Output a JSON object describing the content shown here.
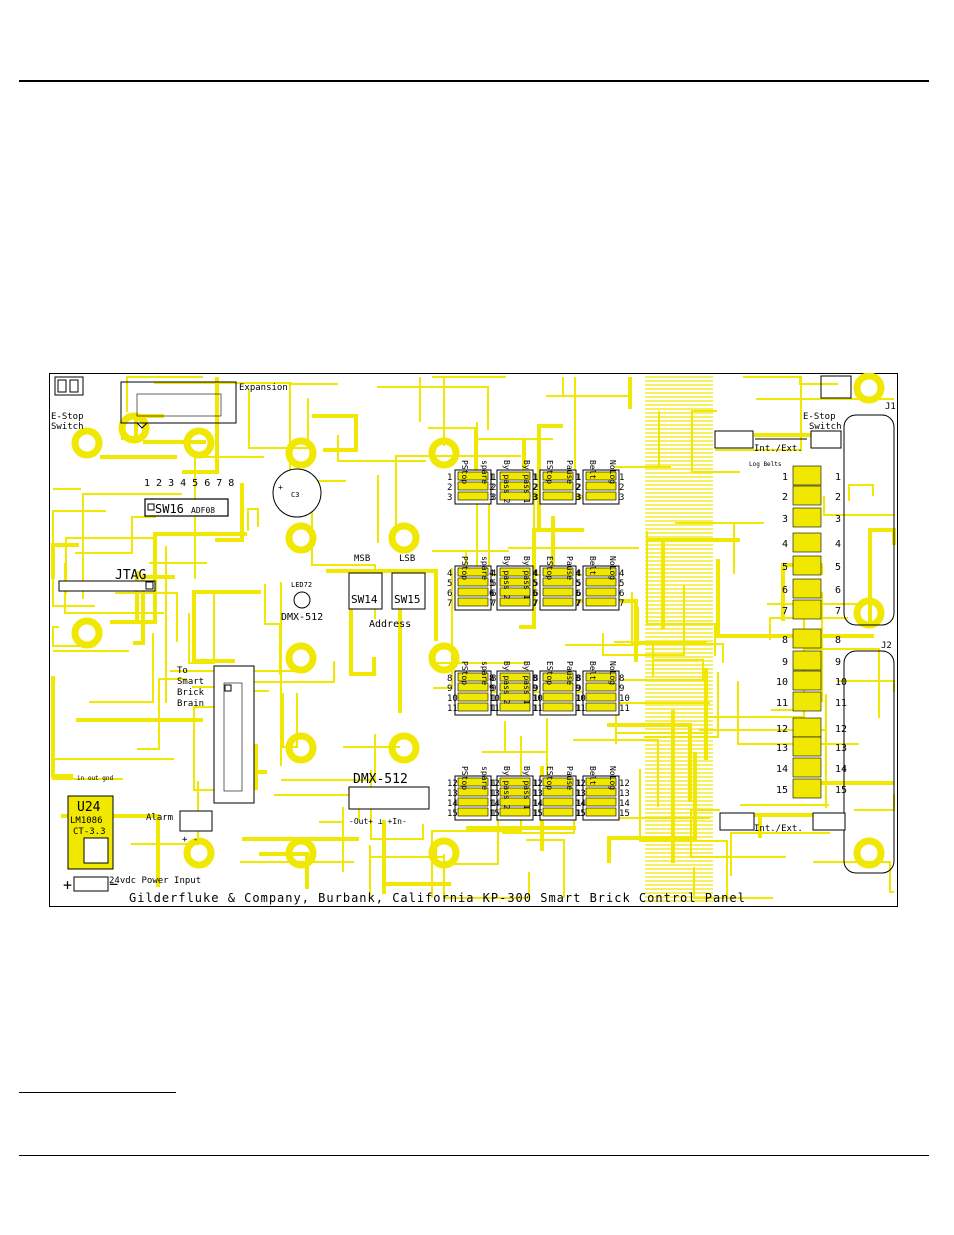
{
  "colors": {
    "trace": "#f0e800",
    "outline": "#000000",
    "background": "#ffffff"
  },
  "board": {
    "title_line": "Gilderfluke & Company, Burbank, California KP-300 Smart Brick Control Panel",
    "labels": {
      "expansion": "Expansion",
      "estop_switch_left_1": "E-Stop",
      "estop_switch_left_2": "Switch",
      "estop_switch_right_1": "E-Stop",
      "estop_switch_right_2": "Switch",
      "j1": "J1",
      "j2": "J2",
      "sw16": "SW16",
      "sw16_suffix": "ADF08",
      "sw16_numbers": "1 2 3 4 5 6 7 8",
      "c3": "C3",
      "jtag": "JTAG",
      "led72": "LED72",
      "dmx512_small": "DMX-512",
      "msb": "MSB",
      "lsb": "LSB",
      "sw14": "SW14",
      "sw15": "SW15",
      "address": "Address",
      "to_smart_1": "To",
      "to_smart_2": "Smart",
      "to_smart_3": "Brick",
      "to_smart_4": "Brain",
      "u24": "U24",
      "lm1086": "LM1086",
      "ct33": "CT-3.3",
      "in_out_gnd": "in out gnd",
      "alarm": "Alarm",
      "alarm_pol": "+  -",
      "dmx512_big": "DMX-512",
      "dmx_out_in": "-Out+ ⊥ +In-",
      "power_input": "24vdc Power Input",
      "power_pol_plus": "+",
      "power_pol_minus": "−",
      "int_ext_top": "Int./Ext.",
      "int_ext_bottom": "Int./Ext.",
      "log_belts": "Log  Belts",
      "belts_vertical": "Belts"
    },
    "column_labels": {
      "c1_left": "PStop",
      "c1_right": "spare",
      "c2_left": "By pass 2",
      "c2_right": "By pass 1",
      "c3_left": "EStop",
      "c3_right": "Pause",
      "c4_left": "Belt",
      "c4_left2": "Log",
      "c4_right": "NoLog"
    },
    "switch_groups": [
      [
        "1",
        "2",
        "3"
      ],
      [
        "4",
        "5",
        "6",
        "7"
      ],
      [
        "8",
        "9",
        "10",
        "11"
      ],
      [
        "12",
        "13",
        "14",
        "15"
      ]
    ],
    "right_numbers": [
      "1",
      "2",
      "3",
      "4",
      "5",
      "6",
      "7",
      "8",
      "9",
      "10",
      "11",
      "12",
      "13",
      "14",
      "15"
    ]
  }
}
